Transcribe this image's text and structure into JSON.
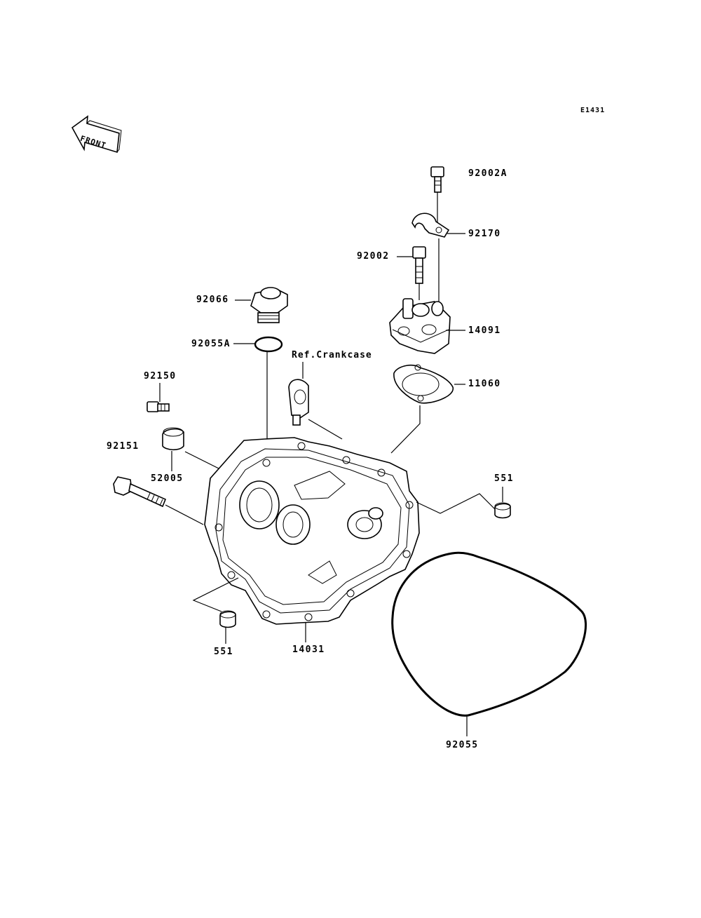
{
  "diagram_code": "E1431",
  "front_marker": "FRONT",
  "reference_note": "Ref.Crankcase",
  "parts": [
    {
      "id": "92002A",
      "label": "92002A"
    },
    {
      "id": "92170",
      "label": "92170"
    },
    {
      "id": "92002",
      "label": "92002"
    },
    {
      "id": "14091",
      "label": "14091"
    },
    {
      "id": "92066",
      "label": "92066"
    },
    {
      "id": "92055A",
      "label": "92055A"
    },
    {
      "id": "11060",
      "label": "11060"
    },
    {
      "id": "92150",
      "label": "92150"
    },
    {
      "id": "92151",
      "label": "92151"
    },
    {
      "id": "52005",
      "label": "52005"
    },
    {
      "id": "551a",
      "label": "551"
    },
    {
      "id": "551b",
      "label": "551"
    },
    {
      "id": "14031",
      "label": "14031"
    },
    {
      "id": "92055",
      "label": "92055"
    }
  ]
}
